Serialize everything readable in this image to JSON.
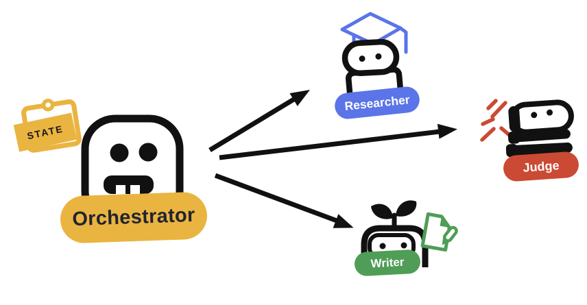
{
  "colors": {
    "background": "#FFFFFF",
    "ink": "#111111",
    "yellow": "#EAB440",
    "blue": "#5B74E8",
    "red": "#CB4A33",
    "green": "#4F9D57",
    "orchestrator_text": "#202430",
    "agent_text": "#FFFFFF"
  },
  "nodes": {
    "orchestrator": {
      "label": "Orchestrator",
      "badge": "STATE",
      "color": "#EAB440",
      "icons": [
        "robot-face-icon",
        "state-clipboard-icon"
      ]
    },
    "researcher": {
      "label": "Researcher",
      "color": "#5B74E8",
      "icons": [
        "robot-laptop-icon",
        "graduation-cap-icon"
      ]
    },
    "judge": {
      "label": "Judge",
      "color": "#CB4A33",
      "icons": [
        "robot-gavel-icon",
        "impact-marks-icon"
      ]
    },
    "writer": {
      "label": "Writer",
      "color": "#4F9D57",
      "icons": [
        "robot-sprout-icon",
        "document-pencil-icon"
      ]
    }
  },
  "edges": [
    {
      "from": "Orchestrator",
      "to": "Researcher"
    },
    {
      "from": "Orchestrator",
      "to": "Judge"
    },
    {
      "from": "Orchestrator",
      "to": "Writer"
    }
  ]
}
